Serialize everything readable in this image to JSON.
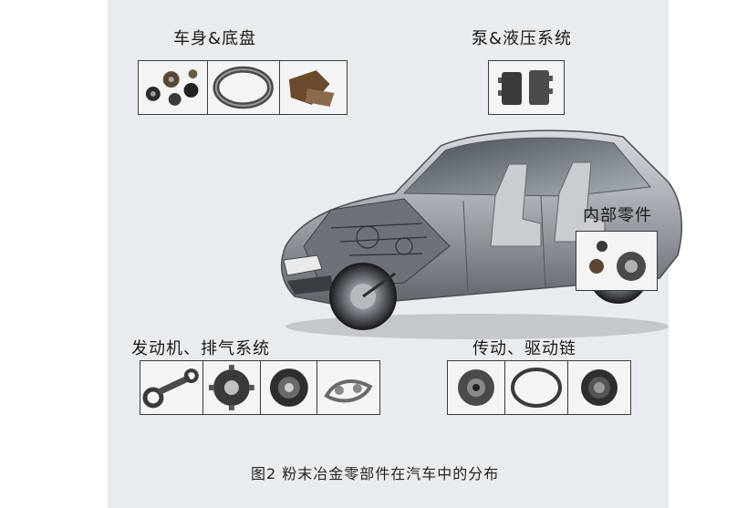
{
  "figure": {
    "caption": "图2  粉末冶金零部件在汽车中的分布"
  },
  "groups": {
    "body_chassis": {
      "label": "车身&底盘"
    },
    "pump_hydraulic": {
      "label": "泵&液压系统"
    },
    "internal_parts": {
      "label": "内部零件"
    },
    "engine_exhaust": {
      "label": "发动机、排气系统"
    },
    "transmission_drive": {
      "label": "传动、驱动链"
    }
  }
}
